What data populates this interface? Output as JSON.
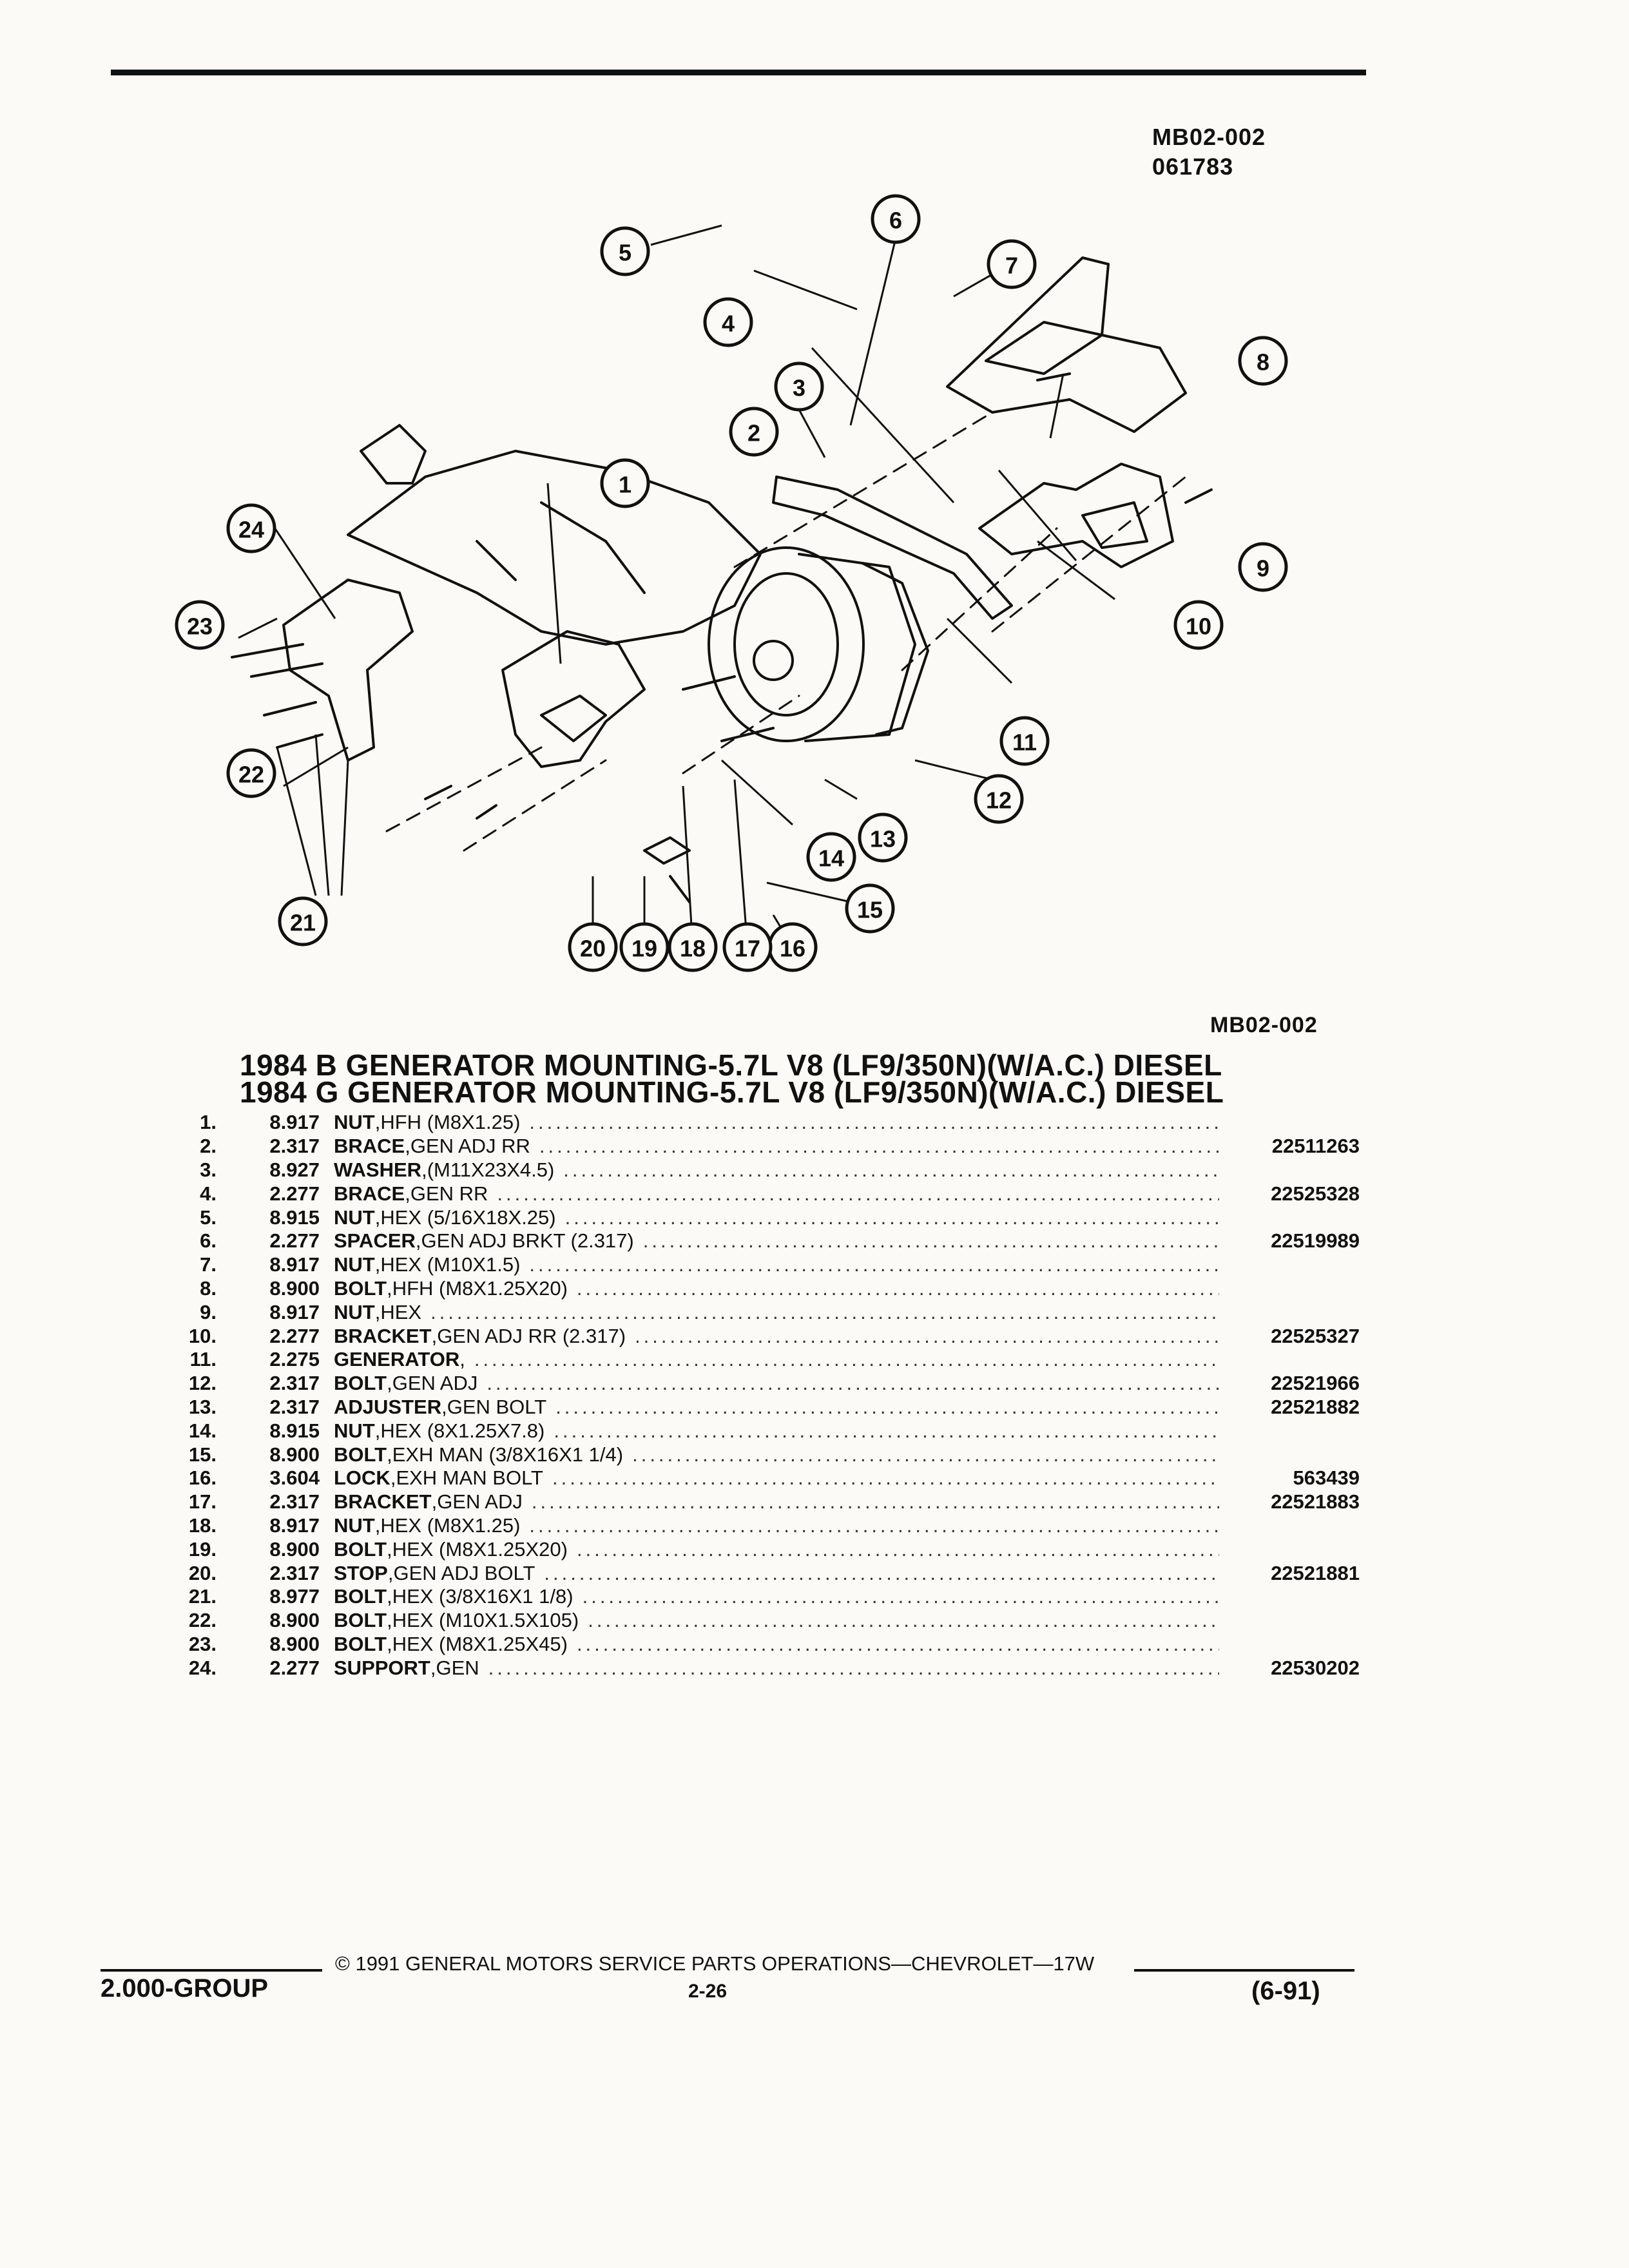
{
  "header": {
    "diagram_code": "MB02-002",
    "diagram_date": "061783",
    "diagram_code_lower": "MB02-002"
  },
  "titles": [
    "1984 B GENERATOR MOUNTING-5.7L V8 (LF9/350N)(W/A.C.) DIESEL",
    "1984 G GENERATOR MOUNTING-5.7L V8 (LF9/350N)(W/A.C.) DIESEL"
  ],
  "parts": [
    {
      "num": "1.",
      "group": "8.917",
      "name": "NUT",
      "spec": "HFH (M8X1.25)",
      "part_no": ""
    },
    {
      "num": "2.",
      "group": "2.317",
      "name": "BRACE",
      "spec": "GEN ADJ RR",
      "part_no": "22511263"
    },
    {
      "num": "3.",
      "group": "8.927",
      "name": "WASHER",
      "spec": "(M11X23X4.5)",
      "part_no": ""
    },
    {
      "num": "4.",
      "group": "2.277",
      "name": "BRACE",
      "spec": "GEN RR",
      "part_no": "22525328"
    },
    {
      "num": "5.",
      "group": "8.915",
      "name": "NUT",
      "spec": "HEX (5/16X18X.25)",
      "part_no": ""
    },
    {
      "num": "6.",
      "group": "2.277",
      "name": "SPACER",
      "spec": "GEN ADJ BRKT (2.317)",
      "part_no": "22519989"
    },
    {
      "num": "7.",
      "group": "8.917",
      "name": "NUT",
      "spec": "HEX (M10X1.5)",
      "part_no": ""
    },
    {
      "num": "8.",
      "group": "8.900",
      "name": "BOLT",
      "spec": "HFH (M8X1.25X20)",
      "part_no": ""
    },
    {
      "num": "9.",
      "group": "8.917",
      "name": "NUT",
      "spec": "HEX",
      "part_no": ""
    },
    {
      "num": "10.",
      "group": "2.277",
      "name": "BRACKET",
      "spec": "GEN ADJ RR (2.317)",
      "part_no": "22525327"
    },
    {
      "num": "11.",
      "group": "2.275",
      "name": "GENERATOR",
      "spec": "",
      "part_no": ""
    },
    {
      "num": "12.",
      "group": "2.317",
      "name": "BOLT",
      "spec": "GEN ADJ",
      "part_no": "22521966"
    },
    {
      "num": "13.",
      "group": "2.317",
      "name": "ADJUSTER",
      "spec": "GEN BOLT",
      "part_no": "22521882"
    },
    {
      "num": "14.",
      "group": "8.915",
      "name": "NUT",
      "spec": "HEX (8X1.25X7.8)",
      "part_no": ""
    },
    {
      "num": "15.",
      "group": "8.900",
      "name": "BOLT",
      "spec": "EXH MAN (3/8X16X1 1/4)",
      "part_no": ""
    },
    {
      "num": "16.",
      "group": "3.604",
      "name": "LOCK",
      "spec": "EXH MAN BOLT",
      "part_no": "563439"
    },
    {
      "num": "17.",
      "group": "2.317",
      "name": "BRACKET",
      "spec": "GEN ADJ",
      "part_no": "22521883"
    },
    {
      "num": "18.",
      "group": "8.917",
      "name": "NUT",
      "spec": "HEX (M8X1.25)",
      "part_no": ""
    },
    {
      "num": "19.",
      "group": "8.900",
      "name": "BOLT",
      "spec": "HEX (M8X1.25X20)",
      "part_no": ""
    },
    {
      "num": "20.",
      "group": "2.317",
      "name": "STOP",
      "spec": "GEN ADJ BOLT",
      "part_no": "22521881"
    },
    {
      "num": "21.",
      "group": "8.977",
      "name": "BOLT",
      "spec": "HEX (3/8X16X1 1/8)",
      "part_no": ""
    },
    {
      "num": "22.",
      "group": "8.900",
      "name": "BOLT",
      "spec": "HEX (M10X1.5X105)",
      "part_no": ""
    },
    {
      "num": "23.",
      "group": "8.900",
      "name": "BOLT",
      "spec": "HEX (M8X1.25X45)",
      "part_no": ""
    },
    {
      "num": "24.",
      "group": "2.277",
      "name": "SUPPORT",
      "spec": "GEN",
      "part_no": "22530202"
    }
  ],
  "callouts": [
    "1",
    "2",
    "3",
    "4",
    "5",
    "6",
    "7",
    "8",
    "9",
    "10",
    "11",
    "12",
    "13",
    "14",
    "15",
    "16",
    "17",
    "18",
    "19",
    "20",
    "21",
    "22",
    "23",
    "24"
  ],
  "footer": {
    "copyright": "© 1991 GENERAL MOTORS SERVICE PARTS OPERATIONS—CHEVROLET—17W",
    "group": "2.000-GROUP",
    "page": "2-26",
    "revision": "(6-91)"
  }
}
